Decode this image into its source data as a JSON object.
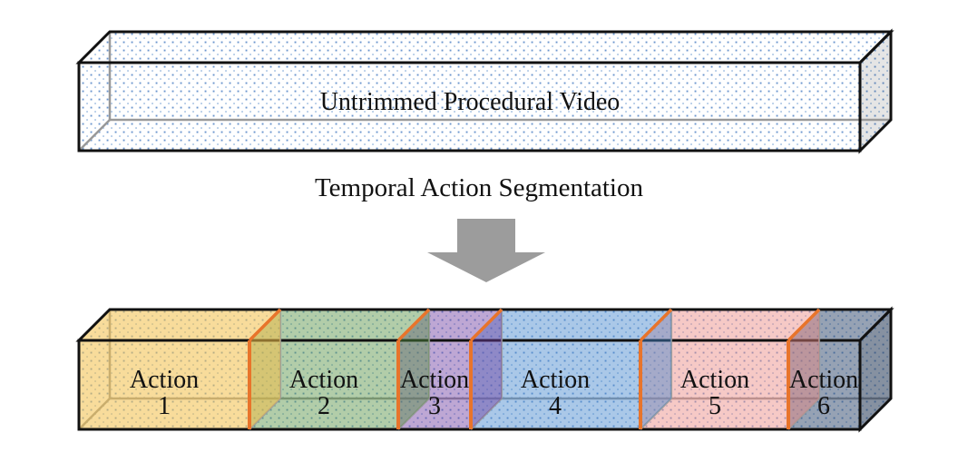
{
  "figure": {
    "source_box": {
      "label": "Untrimmed Procedural Video"
    },
    "process": {
      "label": "Temporal Action Segmentation"
    },
    "segments": [
      {
        "label": "Action",
        "number": "1",
        "color": "rgba(242,191,73,0.55)"
      },
      {
        "label": "Action",
        "number": "2",
        "color": "rgba(85,145,65,0.45)"
      },
      {
        "label": "Action",
        "number": "3",
        "color": "rgba(110,60,160,0.45)"
      },
      {
        "label": "Action",
        "number": "4",
        "color": "rgba(67,133,204,0.45)"
      },
      {
        "label": "Action",
        "number": "5",
        "color": "rgba(236,135,129,0.45)"
      },
      {
        "label": "Action",
        "number": "6",
        "color": "rgba(45,69,105,0.50)"
      }
    ],
    "colors": {
      "outline": "#111111",
      "hidden_edge": "#999999",
      "divider": "#E8742B",
      "arrow": "#9C9C9C",
      "dot_dark": "#6B96CE",
      "dot_light": "#B9CFE9",
      "side_shade": "rgba(0,0,0,0.10)"
    }
  }
}
